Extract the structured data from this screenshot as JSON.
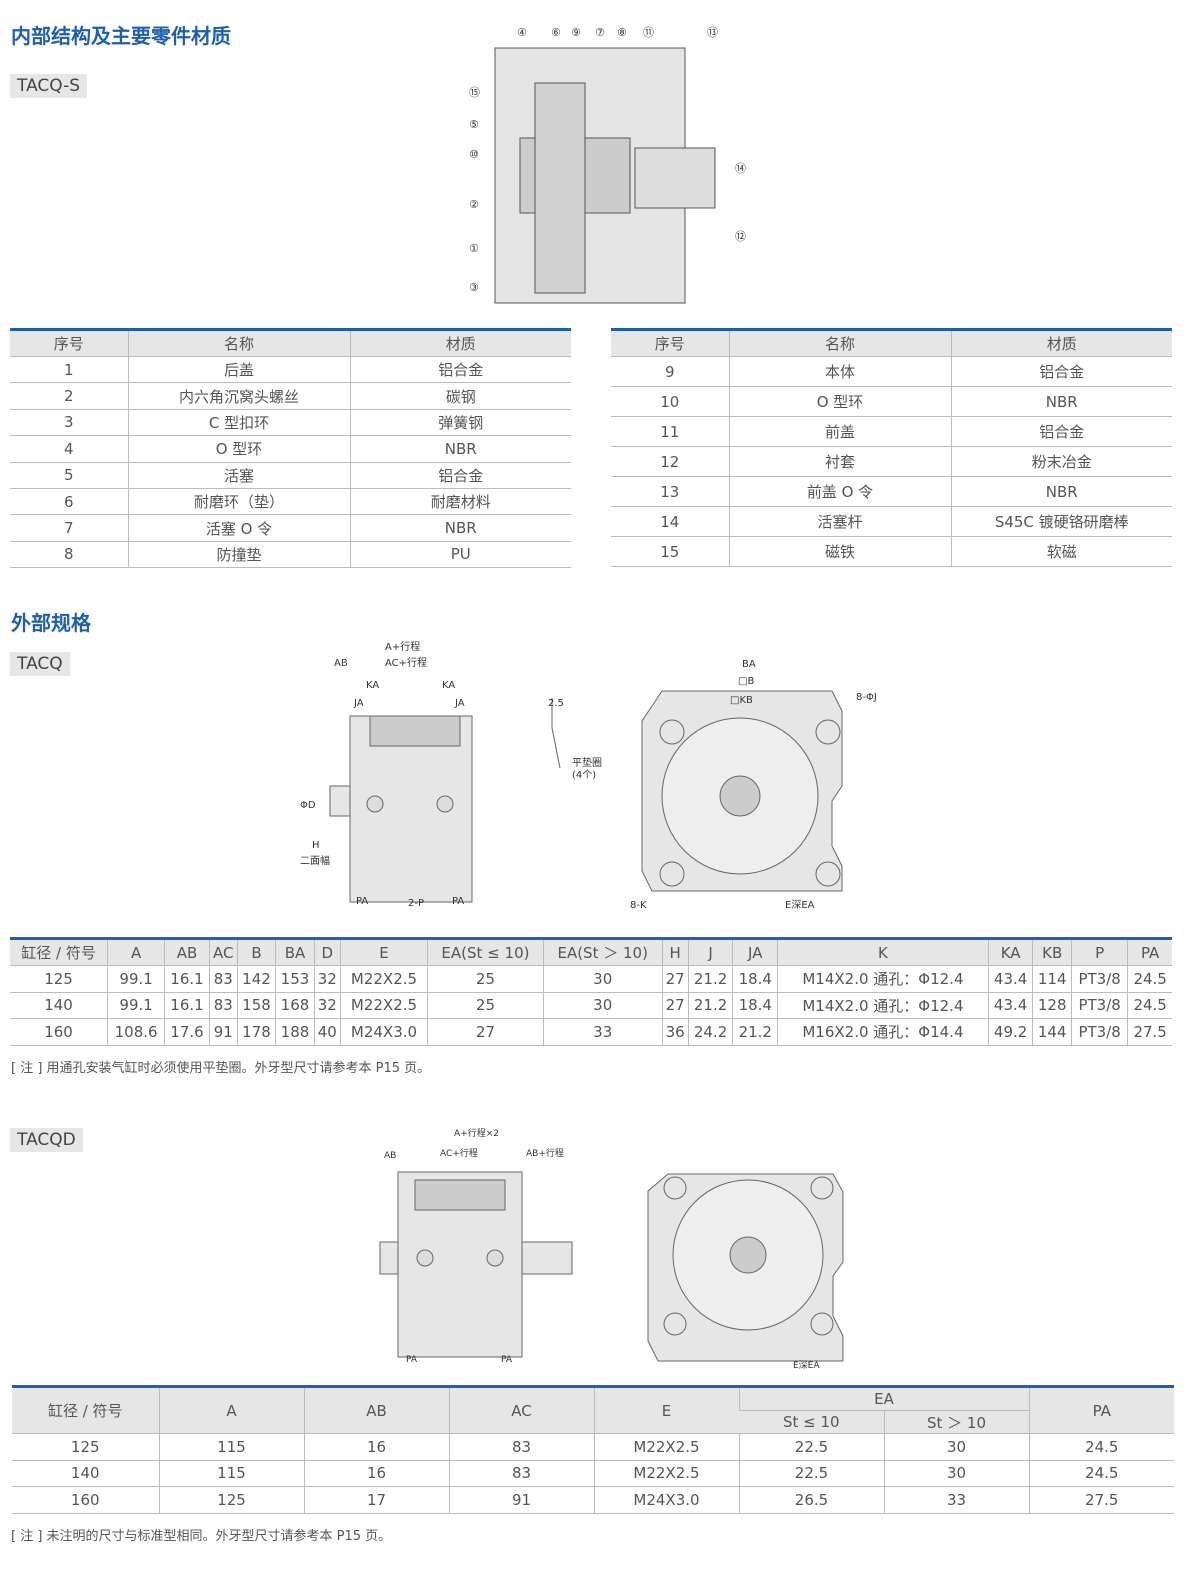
{
  "section1": {
    "title": "内部结构及主要零件材质",
    "model": "TACQ-S",
    "callouts": [
      "④",
      "⑥",
      "⑨",
      "⑦",
      "⑧",
      "⑪",
      "⑬",
      "⑮",
      "⑤",
      "⑩",
      "②",
      "①",
      "③",
      "⑭",
      "⑫"
    ],
    "headers": [
      "序号",
      "名称",
      "材质"
    ],
    "left_rows": [
      [
        "1",
        "后盖",
        "铝合金"
      ],
      [
        "2",
        "内六角沉窝头螺丝",
        "碳钢"
      ],
      [
        "3",
        "C 型扣环",
        "弹簧钢"
      ],
      [
        "4",
        "O 型环",
        "NBR"
      ],
      [
        "5",
        "活塞",
        "铝合金"
      ],
      [
        "6",
        "耐磨环（垫）",
        "耐磨材料"
      ],
      [
        "7",
        "活塞 O 令",
        "NBR"
      ],
      [
        "8",
        "防撞垫",
        "PU"
      ]
    ],
    "right_rows": [
      [
        "9",
        "本体",
        "铝合金"
      ],
      [
        "10",
        "O 型环",
        "NBR"
      ],
      [
        "11",
        "前盖",
        "铝合金"
      ],
      [
        "12",
        "衬套",
        "粉末冶金"
      ],
      [
        "13",
        "前盖 O 令",
        "NBR"
      ],
      [
        "14",
        "活塞杆",
        "S45C 镀硬铬研磨棒"
      ],
      [
        "15",
        "磁铁",
        "软磁"
      ]
    ]
  },
  "section2": {
    "title": "外部规格",
    "model": "TACQ",
    "diagram_labels": {
      "a_stroke": "A+行程",
      "ab": "AB",
      "ac_stroke": "AC+行程",
      "ka1": "KA",
      "ka2": "KA",
      "ja1": "JA",
      "ja2": "JA",
      "phi_d": "ΦD",
      "h": "H",
      "two_face": "二面幅",
      "pa1": "PA",
      "two_p": "2-P",
      "pa2": "PA",
      "dim_25": "2.5",
      "washer": "平垫圈",
      "washer_qty": "(4个)",
      "ba": "BA",
      "b": "□B",
      "kb": "□KB",
      "eight_j": "8-ΦJ",
      "eight_k": "8-K",
      "e_depth": "E深EA"
    },
    "headers": [
      "缸径 / 符号",
      "A",
      "AB",
      "AC",
      "B",
      "BA",
      "D",
      "E",
      "EA(St ≤ 10)",
      "EA(St ＞ 10)",
      "H",
      "J",
      "JA",
      "K",
      "KA",
      "KB",
      "P",
      "PA"
    ],
    "rows": [
      [
        "125",
        "99.1",
        "16.1",
        "83",
        "142",
        "153",
        "32",
        "M22X2.5",
        "25",
        "30",
        "27",
        "21.2",
        "18.4",
        "M14X2.0 通孔：Φ12.4",
        "43.4",
        "114",
        "PT3/8",
        "24.5"
      ],
      [
        "140",
        "99.1",
        "16.1",
        "83",
        "158",
        "168",
        "32",
        "M22X2.5",
        "25",
        "30",
        "27",
        "21.2",
        "18.4",
        "M14X2.0 通孔：Φ12.4",
        "43.4",
        "128",
        "PT3/8",
        "24.5"
      ],
      [
        "160",
        "108.6",
        "17.6",
        "91",
        "178",
        "188",
        "40",
        "M24X3.0",
        "27",
        "33",
        "36",
        "24.2",
        "21.2",
        "M16X2.0 通孔：Φ14.4",
        "49.2",
        "144",
        "PT3/8",
        "27.5"
      ]
    ],
    "note": "[ 注 ] 用通孔安装气缸时必须使用平垫圈。外牙型尺寸请参考本 P15 页。"
  },
  "section3": {
    "model": "TACQD",
    "diagram_labels": {
      "a_stroke2": "A+行程×2",
      "ab1": "AB",
      "ac_stroke": "AC+行程",
      "ab_stroke": "AB+行程",
      "pa1": "PA",
      "pa2": "PA",
      "e_depth": "E深EA"
    },
    "headers": {
      "bore": "缸径 / 符号",
      "a": "A",
      "ab": "AB",
      "ac": "AC",
      "e": "E",
      "ea": "EA",
      "ea_le": "St ≤ 10",
      "ea_gt": "St ＞ 10",
      "pa": "PA"
    },
    "rows": [
      [
        "125",
        "115",
        "16",
        "83",
        "M22X2.5",
        "22.5",
        "30",
        "24.5"
      ],
      [
        "140",
        "115",
        "16",
        "83",
        "M22X2.5",
        "22.5",
        "30",
        "24.5"
      ],
      [
        "160",
        "125",
        "17",
        "91",
        "M24X3.0",
        "26.5",
        "33",
        "27.5"
      ]
    ],
    "note": "[ 注 ] 未注明的尺寸与标准型相同。外牙型尺寸请参考本 P15 页。"
  }
}
